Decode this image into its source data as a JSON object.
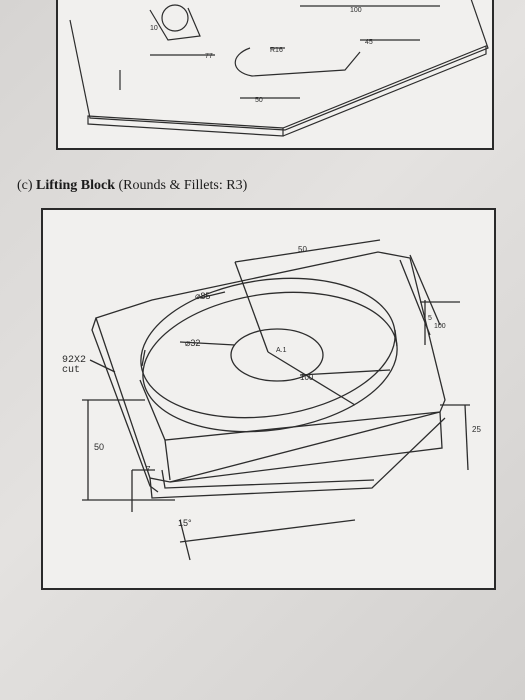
{
  "caption": {
    "prefix": "(c)",
    "title": "Lifting Block",
    "note": "(Rounds & Fillets: R3)"
  },
  "top_figure": {
    "dims": [
      "100",
      "10",
      "45",
      "77",
      "R16",
      "50"
    ]
  },
  "main_figure": {
    "dims": {
      "top_width": "50",
      "outer_diameter": "⌀85",
      "inner_diameter": "⌀32",
      "hole_label": "A.1",
      "right_len": "100",
      "right_small": "5",
      "center_len": "100",
      "cut_note_line1": "92X2",
      "cut_note_line2": "cut",
      "height_left": "50",
      "height_right": "25",
      "step": "7",
      "angle": "15°"
    }
  }
}
